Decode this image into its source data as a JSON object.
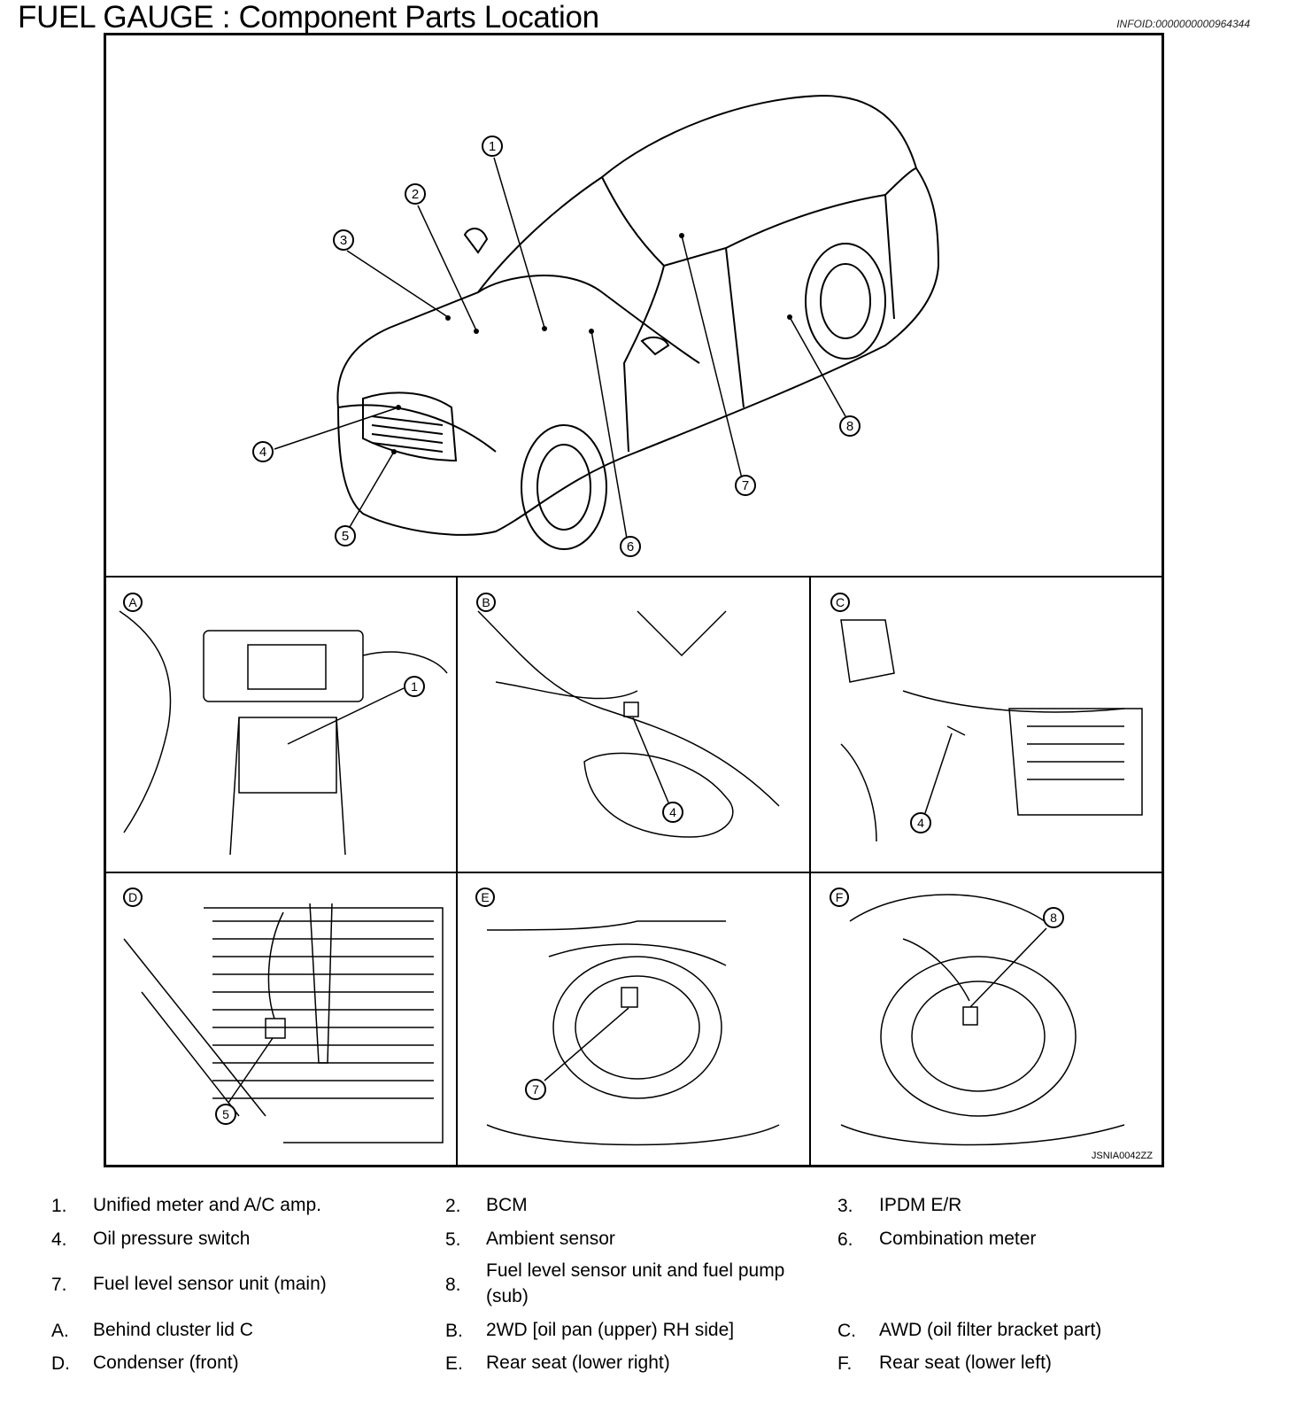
{
  "header": {
    "title": "FUEL GAUGE : Component Parts Location",
    "info_id": "INFOID:0000000000964344"
  },
  "figure": {
    "code": "JSNIA0042ZZ",
    "callouts": [
      "1",
      "2",
      "3",
      "4",
      "5",
      "6",
      "7",
      "8"
    ],
    "panels": [
      {
        "letter": "A",
        "callout": "1"
      },
      {
        "letter": "B",
        "callout": "4"
      },
      {
        "letter": "C",
        "callout": "4"
      },
      {
        "letter": "D",
        "callout": "5"
      },
      {
        "letter": "E",
        "callout": "7"
      },
      {
        "letter": "F",
        "callout": "8"
      }
    ]
  },
  "legend": [
    [
      {
        "num": "1.",
        "label": "Unified meter and A/C amp."
      },
      {
        "num": "2.",
        "label": "BCM"
      },
      {
        "num": "3.",
        "label": "IPDM E/R"
      }
    ],
    [
      {
        "num": "4.",
        "label": "Oil pressure switch"
      },
      {
        "num": "5.",
        "label": "Ambient sensor"
      },
      {
        "num": "6.",
        "label": "Combination meter"
      }
    ],
    [
      {
        "num": "7.",
        "label": "Fuel level sensor unit (main)"
      },
      {
        "num": "8.",
        "label": "Fuel level sensor unit and fuel pump (sub)"
      }
    ],
    [
      {
        "num": "A.",
        "label": "Behind cluster lid C"
      },
      {
        "num": "B.",
        "label": "2WD [oil pan (upper) RH side]"
      },
      {
        "num": "C.",
        "label": "AWD (oil filter bracket part)"
      }
    ],
    [
      {
        "num": "D.",
        "label": "Condenser (front)"
      },
      {
        "num": "E.",
        "label": "Rear seat (lower right)"
      },
      {
        "num": "F.",
        "label": "Rear seat (lower left)"
      }
    ]
  ]
}
